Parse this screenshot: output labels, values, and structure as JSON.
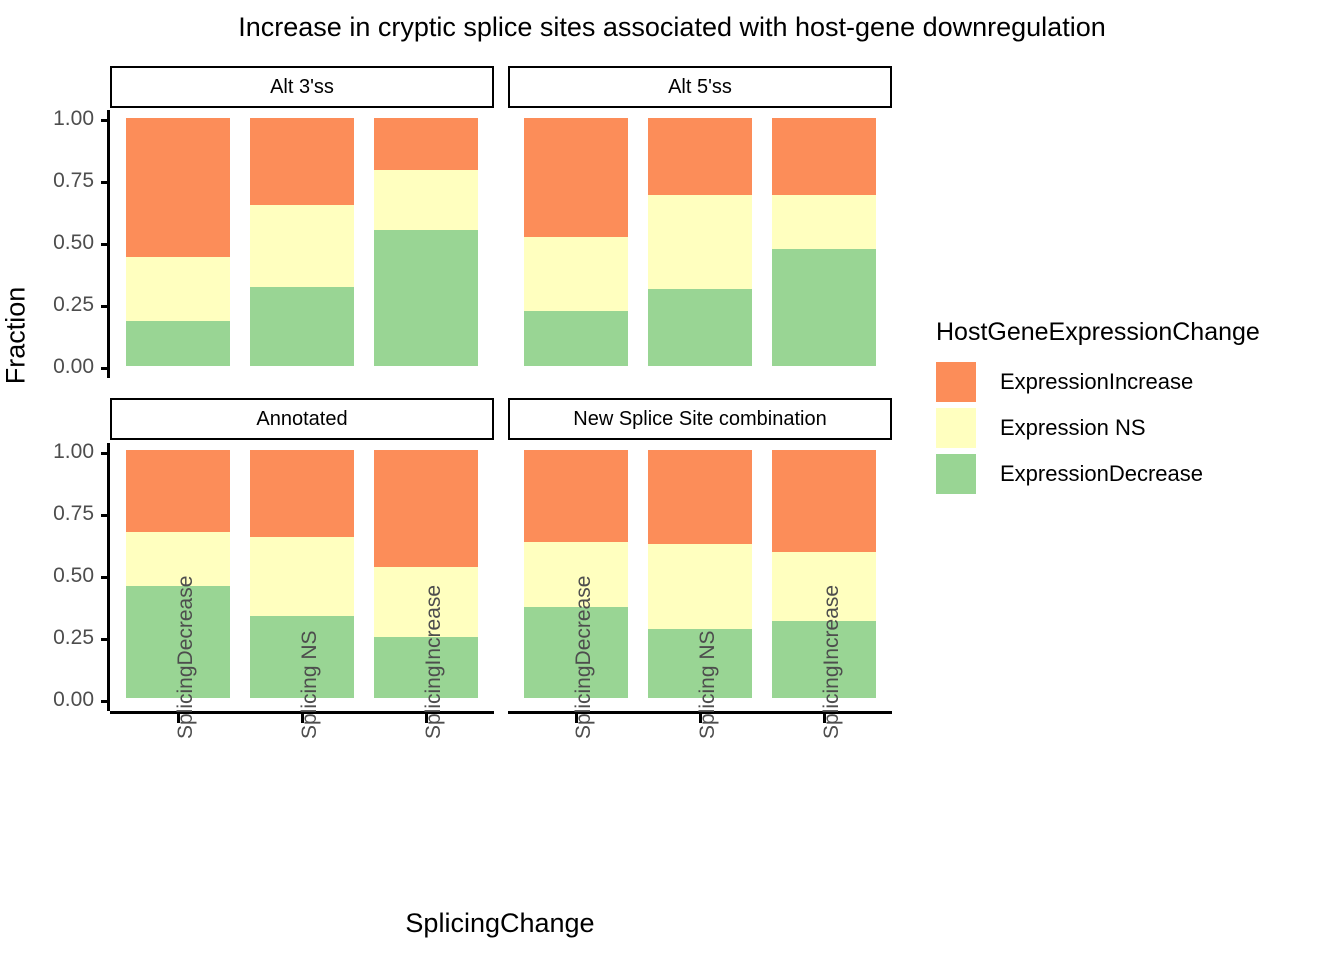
{
  "chart_data": {
    "type": "bar",
    "subtype": "stacked-fraction",
    "title": "Increase in cryptic splice sites associated with host-gene downregulation",
    "xlabel": "SplicingChange",
    "ylabel": "Fraction",
    "ylim": [
      0,
      1
    ],
    "yticks": [
      "0.00",
      "0.25",
      "0.50",
      "0.75",
      "1.00"
    ],
    "ytick_values": [
      0,
      0.25,
      0.5,
      0.75,
      1
    ],
    "grid": false,
    "legend_position": "right",
    "legend_title": "HostGeneExpressionChange",
    "categories": [
      "SplicingDecrease",
      "Splicing NS",
      "SplicingIncrease"
    ],
    "series": [
      {
        "name": "ExpressionIncrease",
        "color": "#fc8d59"
      },
      {
        "name": "Expression NS",
        "color": "#ffffbf"
      },
      {
        "name": "ExpressionDecrease",
        "color": "#99d594"
      }
    ],
    "facets": [
      {
        "label": "Alt 3'ss",
        "row": 0,
        "col": 0,
        "bars": [
          {
            "category": "SplicingDecrease",
            "ExpressionDecrease": 0.18,
            "Expression NS": 0.26,
            "ExpressionIncrease": 0.56
          },
          {
            "category": "Splicing NS",
            "ExpressionDecrease": 0.32,
            "Expression NS": 0.33,
            "ExpressionIncrease": 0.35
          },
          {
            "category": "SplicingIncrease",
            "ExpressionDecrease": 0.55,
            "Expression NS": 0.24,
            "ExpressionIncrease": 0.21
          }
        ]
      },
      {
        "label": "Alt 5'ss",
        "row": 0,
        "col": 1,
        "bars": [
          {
            "category": "SplicingDecrease",
            "ExpressionDecrease": 0.22,
            "Expression NS": 0.3,
            "ExpressionIncrease": 0.48
          },
          {
            "category": "Splicing NS",
            "ExpressionDecrease": 0.31,
            "Expression NS": 0.38,
            "ExpressionIncrease": 0.31
          },
          {
            "category": "SplicingIncrease",
            "ExpressionDecrease": 0.47,
            "Expression NS": 0.22,
            "ExpressionIncrease": 0.31
          }
        ]
      },
      {
        "label": "Annotated",
        "row": 1,
        "col": 0,
        "bars": [
          {
            "category": "SplicingDecrease",
            "ExpressionDecrease": 0.45,
            "Expression NS": 0.22,
            "ExpressionIncrease": 0.33
          },
          {
            "category": "Splicing NS",
            "ExpressionDecrease": 0.33,
            "Expression NS": 0.32,
            "ExpressionIncrease": 0.35
          },
          {
            "category": "SplicingIncrease",
            "ExpressionDecrease": 0.245,
            "Expression NS": 0.285,
            "ExpressionIncrease": 0.47
          }
        ]
      },
      {
        "label": "New Splice Site combination",
        "row": 1,
        "col": 1,
        "bars": [
          {
            "category": "SplicingDecrease",
            "ExpressionDecrease": 0.365,
            "Expression NS": 0.265,
            "ExpressionIncrease": 0.37
          },
          {
            "category": "Splicing NS",
            "ExpressionDecrease": 0.28,
            "Expression NS": 0.34,
            "ExpressionIncrease": 0.38
          },
          {
            "category": "SplicingIncrease",
            "ExpressionDecrease": 0.31,
            "Expression NS": 0.28,
            "ExpressionIncrease": 0.41
          }
        ]
      }
    ]
  },
  "legend": {
    "title": "HostGeneExpressionChange",
    "items": [
      {
        "label": "ExpressionIncrease",
        "color": "#fc8d59"
      },
      {
        "label": "Expression NS",
        "color": "#ffffbf"
      },
      {
        "label": "ExpressionDecrease",
        "color": "#99d594"
      }
    ]
  },
  "axes": {
    "title": "Increase in cryptic splice sites associated with host-gene downregulation",
    "x_title": "SplicingChange",
    "y_title": "Fraction",
    "y_tick_labels": [
      "1.00",
      "0.75",
      "0.50",
      "0.25",
      "0.00"
    ],
    "x_tick_labels": [
      "SplicingDecrease",
      "Splicing NS",
      "SplicingIncrease"
    ]
  }
}
